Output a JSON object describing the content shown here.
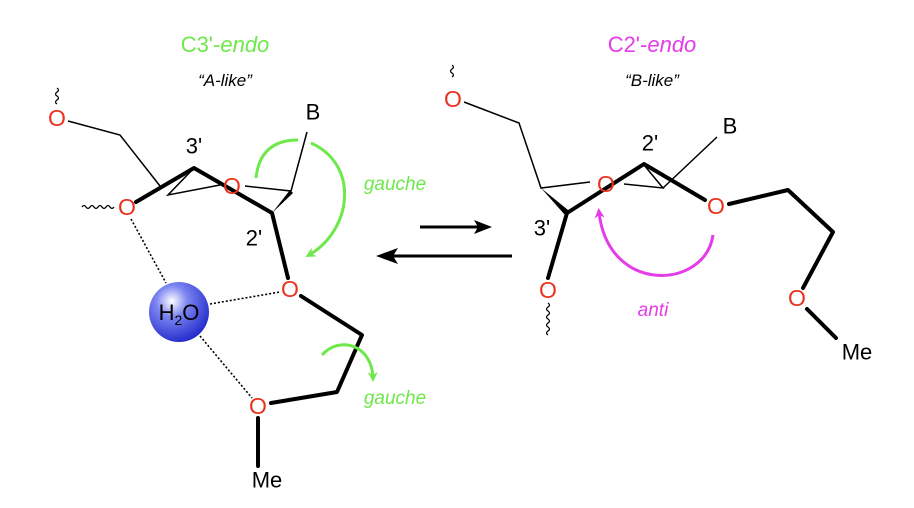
{
  "left": {
    "title_main": "C3'-",
    "title_italic": "endo",
    "subtitle": "“A-like”",
    "title_color": "#6ee84a",
    "oxygen": "O",
    "label_3prime": "3'",
    "label_2prime": "2'",
    "base": "B",
    "methyl": "Me",
    "water": {
      "h": "H",
      "sub": "2",
      "o": "O"
    },
    "gauche_ring": "gauche",
    "gauche_chain": "gauche"
  },
  "right": {
    "title_main": "C2'-",
    "title_italic": "endo",
    "subtitle": "“B-like”",
    "title_color": "#e43ce8",
    "oxygen": "O",
    "label_3prime": "3'",
    "label_2prime": "2'",
    "base": "B",
    "methyl": "Me",
    "anti": "anti"
  },
  "equilibrium": {
    "direction_favored": "left"
  },
  "colors": {
    "oxygen": "#e8321e",
    "gauche": "#6ee84a",
    "anti": "#e43ce8",
    "water": "#2233dd"
  }
}
